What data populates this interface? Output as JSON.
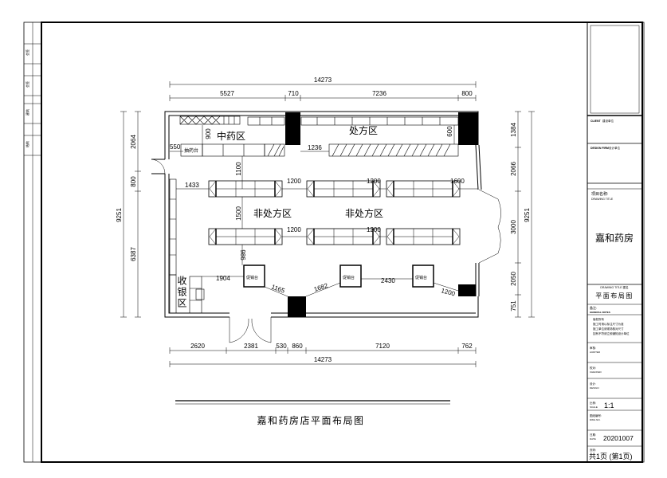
{
  "drawing_title": "嘉和药房店平面布局图",
  "zones": {
    "chinese_medicine": "中药区",
    "prescription": "处方区",
    "otc_left": "非处方区",
    "otc_right": "非处方区",
    "cashier": "收银区",
    "dispensing_table": "抽药台",
    "promo": [
      "促销台",
      "促销台",
      "促销台"
    ]
  },
  "dims": {
    "top_total": "14273",
    "top": [
      "5527",
      "710",
      "7236",
      "800"
    ],
    "bottom": [
      "2620",
      "2381",
      "530",
      "860",
      "7120",
      "762"
    ],
    "bottom_total": "14273",
    "left_total": "9251",
    "left": [
      "2064",
      "800",
      "6387"
    ],
    "right": [
      "1384",
      "2066",
      "3000",
      "2050",
      "751"
    ],
    "right_total": "9251",
    "inner": {
      "d900": "900",
      "d550": "550",
      "d1100": "1100",
      "d1236": "1236",
      "d600": "600",
      "d1433": "1433",
      "d1200a": "1200",
      "d1200b": "1200",
      "d1600": "1600",
      "d1500": "1500",
      "d1200c": "1200",
      "d1200d": "1200",
      "d986": "986",
      "d1904": "1904",
      "d1165": "1165",
      "d1682": "1682",
      "d2430": "2430",
      "d1200e": "1200"
    }
  },
  "title_block": {
    "client_label": "CLIENT",
    "client": "建设单位",
    "design_firm_label": "DESIGN FIRM",
    "design_firm": "设计单位",
    "project_label": "项目名称:",
    "project_label_en": "DRAWING TITLE",
    "project_name": "嘉和药房",
    "drawing_title_label": "DRAWING TITLE  图名",
    "drawing_name": "平面布局图",
    "remarks_label": "备注:",
    "remarks_en": "GENERAL NOTES",
    "notes": [
      "版权所有",
      "施工时请以标注尺寸为准",
      "施工单位请现场核对尺寸",
      "如有不符请立即通知设计单位"
    ],
    "audited_label": "审核:",
    "audited_en": "AUDITED",
    "checked_label": "校对:",
    "checked_en": "CHECKED",
    "design_label": "设计:",
    "design_en": "DESIGN",
    "scale_label": "比例:",
    "scale_en": "SCALE",
    "scale": "1:1",
    "dwg_label": "图纸编号:",
    "dwg_en": "DWG NO.",
    "date_label": "日期:",
    "date_en": "DATE",
    "date": "20201007",
    "page_label": "页码:",
    "page": "共1页 (第1页)"
  },
  "side_strip": [
    "会签",
    "会签",
    "建筑",
    "结构"
  ]
}
